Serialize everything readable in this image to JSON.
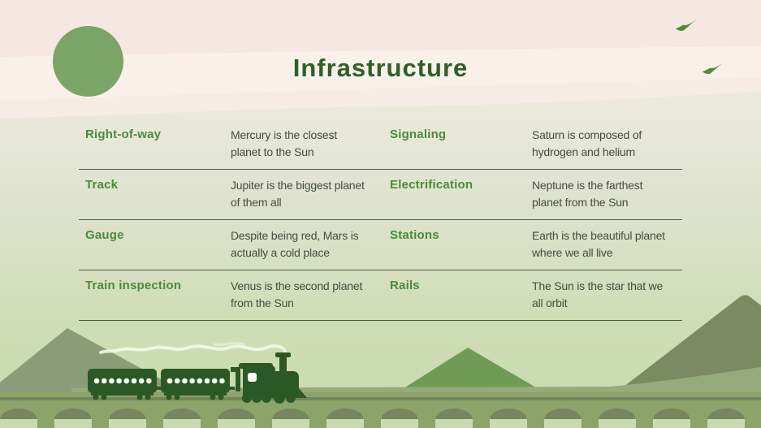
{
  "title": "Infrastructure",
  "table": {
    "rows": [
      {
        "left": {
          "term": "Right-of-way",
          "desc": "Mercury is the closest planet to the Sun"
        },
        "right": {
          "term": "Signaling",
          "desc": "Saturn is composed of hydrogen and helium"
        }
      },
      {
        "left": {
          "term": "Track",
          "desc": "Jupiter is the biggest planet of them all"
        },
        "right": {
          "term": "Electrification",
          "desc": "Neptune is the farthest planet from the Sun"
        }
      },
      {
        "left": {
          "term": "Gauge",
          "desc": "Despite being red, Mars is actually a cold place"
        },
        "right": {
          "term": "Stations",
          "desc": "Earth is the beautiful planet where we all live"
        }
      },
      {
        "left": {
          "term": "Train inspection",
          "desc": "Venus is the second planet from the Sun"
        },
        "right": {
          "term": "Rails",
          "desc": "The Sun is the star that we all orbit"
        }
      }
    ]
  },
  "decor": {
    "icons": [
      "green-circle",
      "bird-icon",
      "bird-icon",
      "steam-train-icon",
      "arch-bridge",
      "mountains",
      "train-smoke"
    ]
  },
  "colors": {
    "title_green": "#2f5f28",
    "term_green": "#4a8c3c",
    "body_text": "#434e40",
    "divider": "#4b5947",
    "sky_pink": "#f5e7e1",
    "sky_pink_light": "#f9f0ea",
    "circle_green": "#7ba566",
    "mountain_olive": "#8d9c78",
    "mountain_green": "#6f9b57",
    "mountain_dark_olive": "#7b8a63",
    "bridge_green": "#8ba46a",
    "arch_light": "#c8dbae",
    "train_green": "#2c5827"
  }
}
